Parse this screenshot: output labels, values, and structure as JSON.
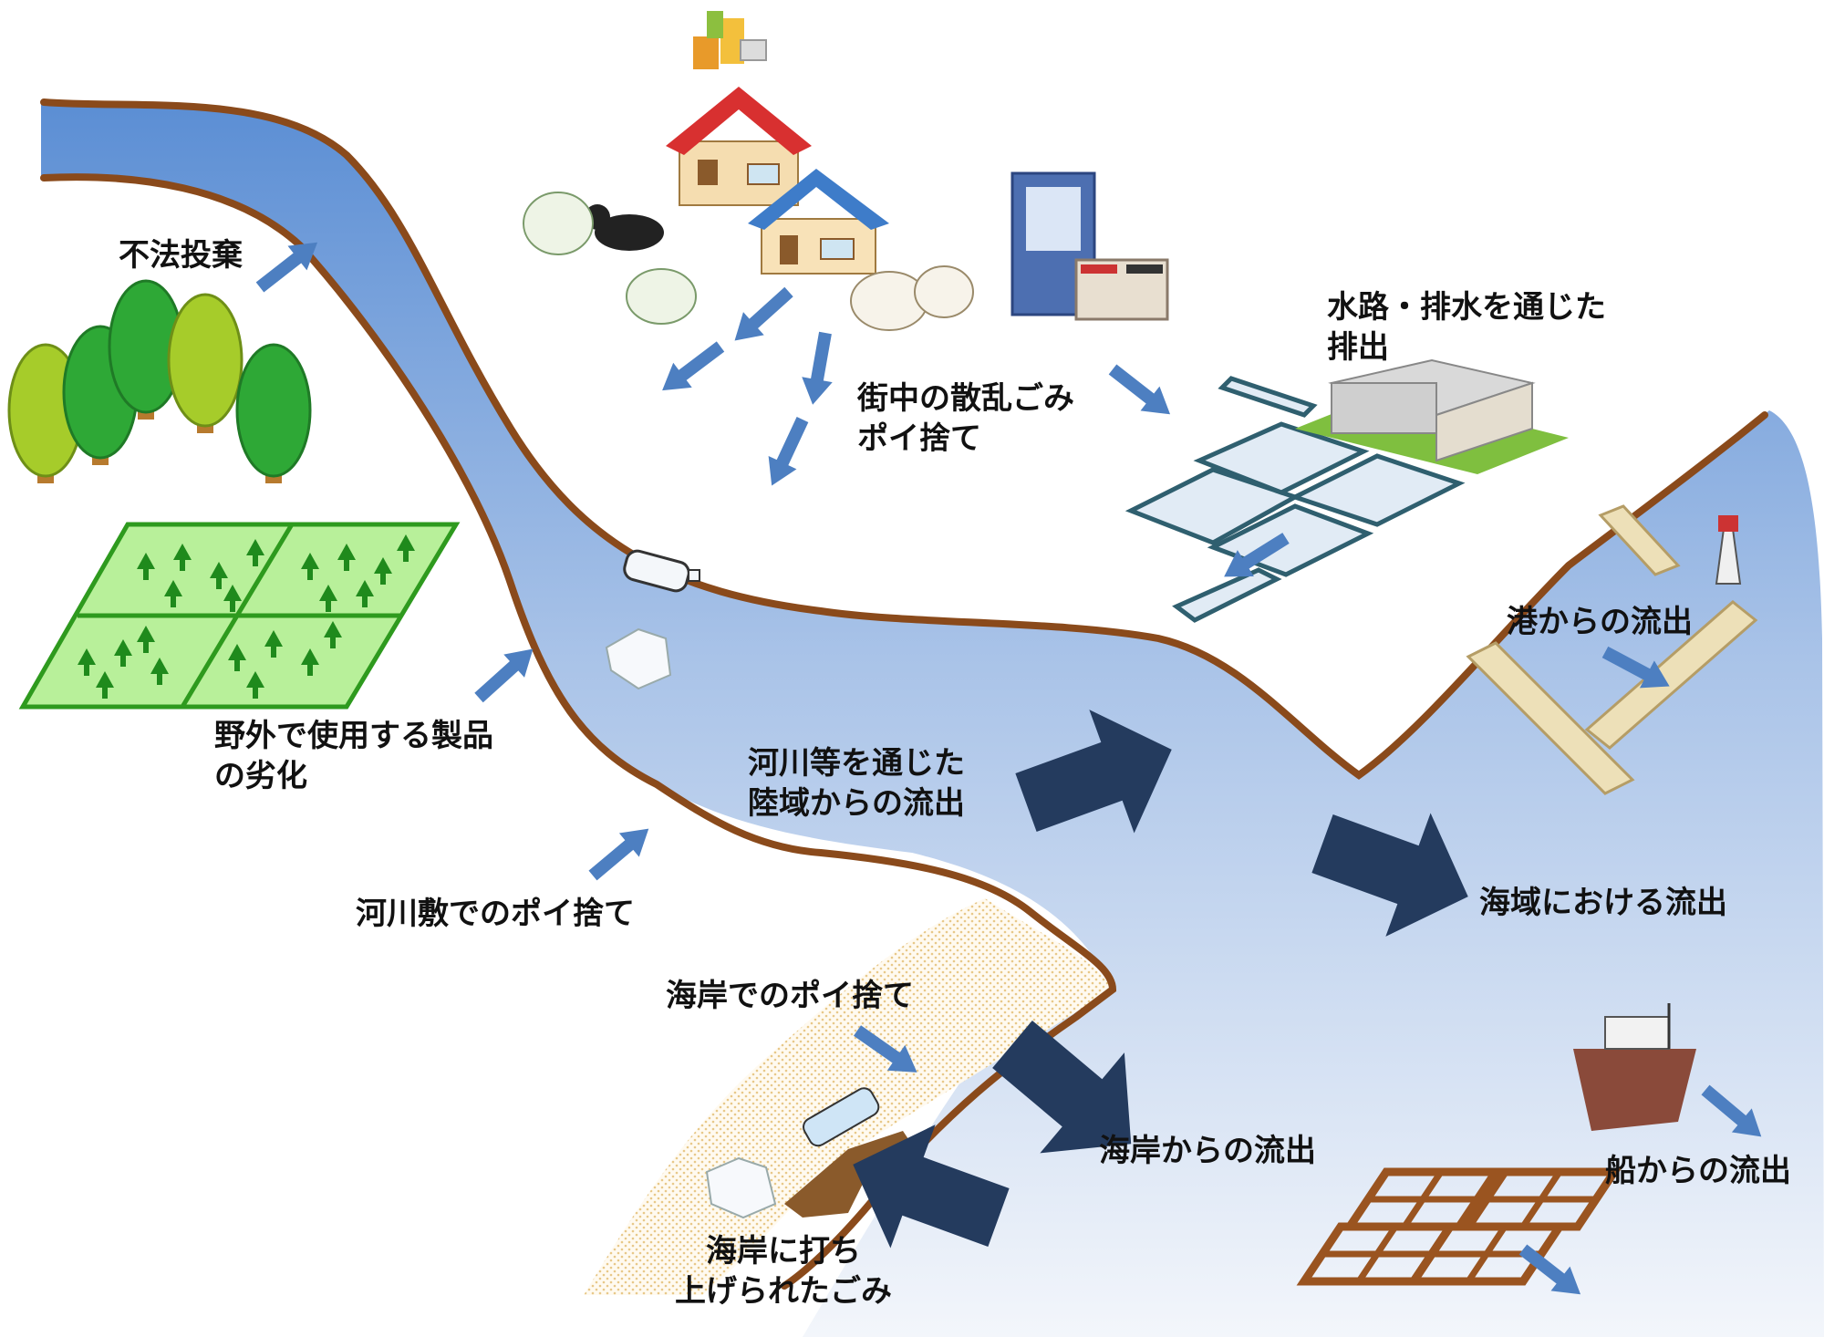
{
  "labels": {
    "illegal_dumping": "不法投棄",
    "outdoor_products": {
      "line1": "野外で使用する製品",
      "line2": "の劣化"
    },
    "riverbed_littering": "河川敷でのポイ捨て",
    "city_litter": {
      "line1": "街中の散乱ごみ",
      "line2": "ポイ捨て"
    },
    "waterway_discharge": {
      "line1": "水路・排水を通じた",
      "line2": "排出"
    },
    "river_outflow": {
      "line1": "河川等を通じた",
      "line2": "陸域からの流出"
    },
    "port_outflow": "港からの流出",
    "sea_outflow": "海域における流出",
    "coast_littering": "海岸でのポイ捨て",
    "coast_outflow": "海岸からの流出",
    "beached_litter": {
      "line1": "海岸に打ち",
      "line2": "上げられたごみ"
    },
    "ship_outflow": "船からの流出"
  },
  "colors": {
    "river_light": "#e9eef8",
    "river_dark": "#5b8ed4",
    "bank_brown": "#8a4a1b",
    "small_arrow": "#4d7fc1",
    "big_arrow": "#243b5e",
    "field_green": "#2e9a1e",
    "sand": "#e8c889"
  },
  "icons": [
    "tree-icon",
    "crop-field-icon",
    "house-icon",
    "trash-bag-icon",
    "crow-icon",
    "vending-machine-icon",
    "factory-icon",
    "drainage-grid-icon",
    "plastic-bottle-icon",
    "plastic-bag-icon",
    "driftwood-icon",
    "lighthouse-icon",
    "pier-icon",
    "boat-icon",
    "fish-farm-raft-icon"
  ]
}
